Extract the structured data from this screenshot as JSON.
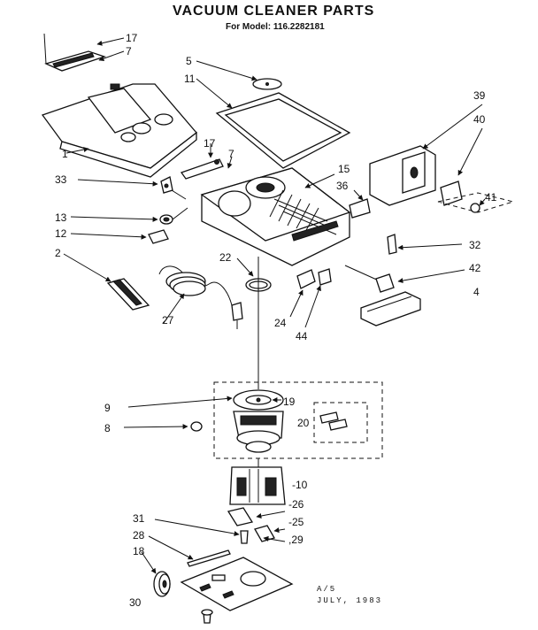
{
  "header": {
    "title": "VACUUM CLEANER PARTS",
    "subtitle": "For Model: 116.2282181"
  },
  "callouts": {
    "c17a": "17",
    "c7a": "7",
    "c5": "5",
    "c11": "11",
    "c1": "1",
    "c17b": "17",
    "c7b": "7",
    "c15": "15",
    "c33": "33",
    "c36": "36",
    "c39": "39",
    "c40": "40",
    "c41": "41",
    "c13": "13",
    "c12": "12",
    "c32": "32",
    "c2": "2",
    "c22": "22",
    "c42": "42",
    "c4": "4",
    "c27": "27",
    "c24": "24",
    "c44": "44",
    "c9": "9",
    "c19": "19",
    "c20": "20",
    "c8": "8",
    "c10": "-10",
    "c26": "-26",
    "c25": "-25",
    "c31": "31",
    "c28": "28",
    "c29": ",29",
    "c18": "18",
    "c30": "30"
  },
  "footer": {
    "code": "A/5",
    "date": "JULY, 1983"
  }
}
